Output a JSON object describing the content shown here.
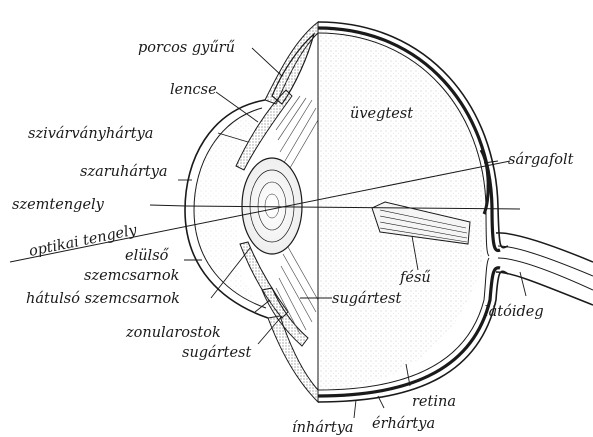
{
  "labels": {
    "porcos_gyuru": "porcos gyűrű",
    "lencse": "lencse",
    "uvegtest": "üvegtest",
    "szivarvanyhartya": "szivárványhártya",
    "sargafolt": "sárgafolt",
    "szaruhartya": "szaruhártya",
    "szemtengely": "szemtengely",
    "optikai_tengely": "optikai tengely",
    "elulso_1": "elülső",
    "elulso_2": "szemcsarnok",
    "fesu": "fésű",
    "hatulso_szemcsarnok": "hátulsó szemcsarnok",
    "sugartest_right": "sugártest",
    "latoideg": "látóideg",
    "zonularostok": "zonularostok",
    "sugartest_bottom": "sugártest",
    "retina": "retina",
    "inhartya": "ínhártya",
    "erhartya": "érhártya"
  },
  "colors": {
    "ink": "#1a1a1a",
    "stipple": "#b9b9b9",
    "fill_light": "#f4f4f4"
  }
}
